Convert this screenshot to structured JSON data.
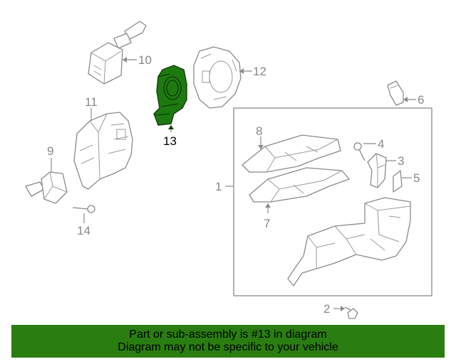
{
  "callouts": {
    "c1": "1",
    "c2": "2",
    "c3": "3",
    "c4": "4",
    "c5": "5",
    "c6": "6",
    "c7": "7",
    "c8": "8",
    "c9": "9",
    "c10": "10",
    "c11": "11",
    "c12": "12",
    "c13": "13",
    "c14": "14"
  },
  "highlight": {
    "part": "13",
    "color": "#2a7d10"
  },
  "banner": {
    "line1": "Part or sub-assembly is #13 in diagram",
    "line2": "Diagram may not be specific to your vehicle"
  }
}
